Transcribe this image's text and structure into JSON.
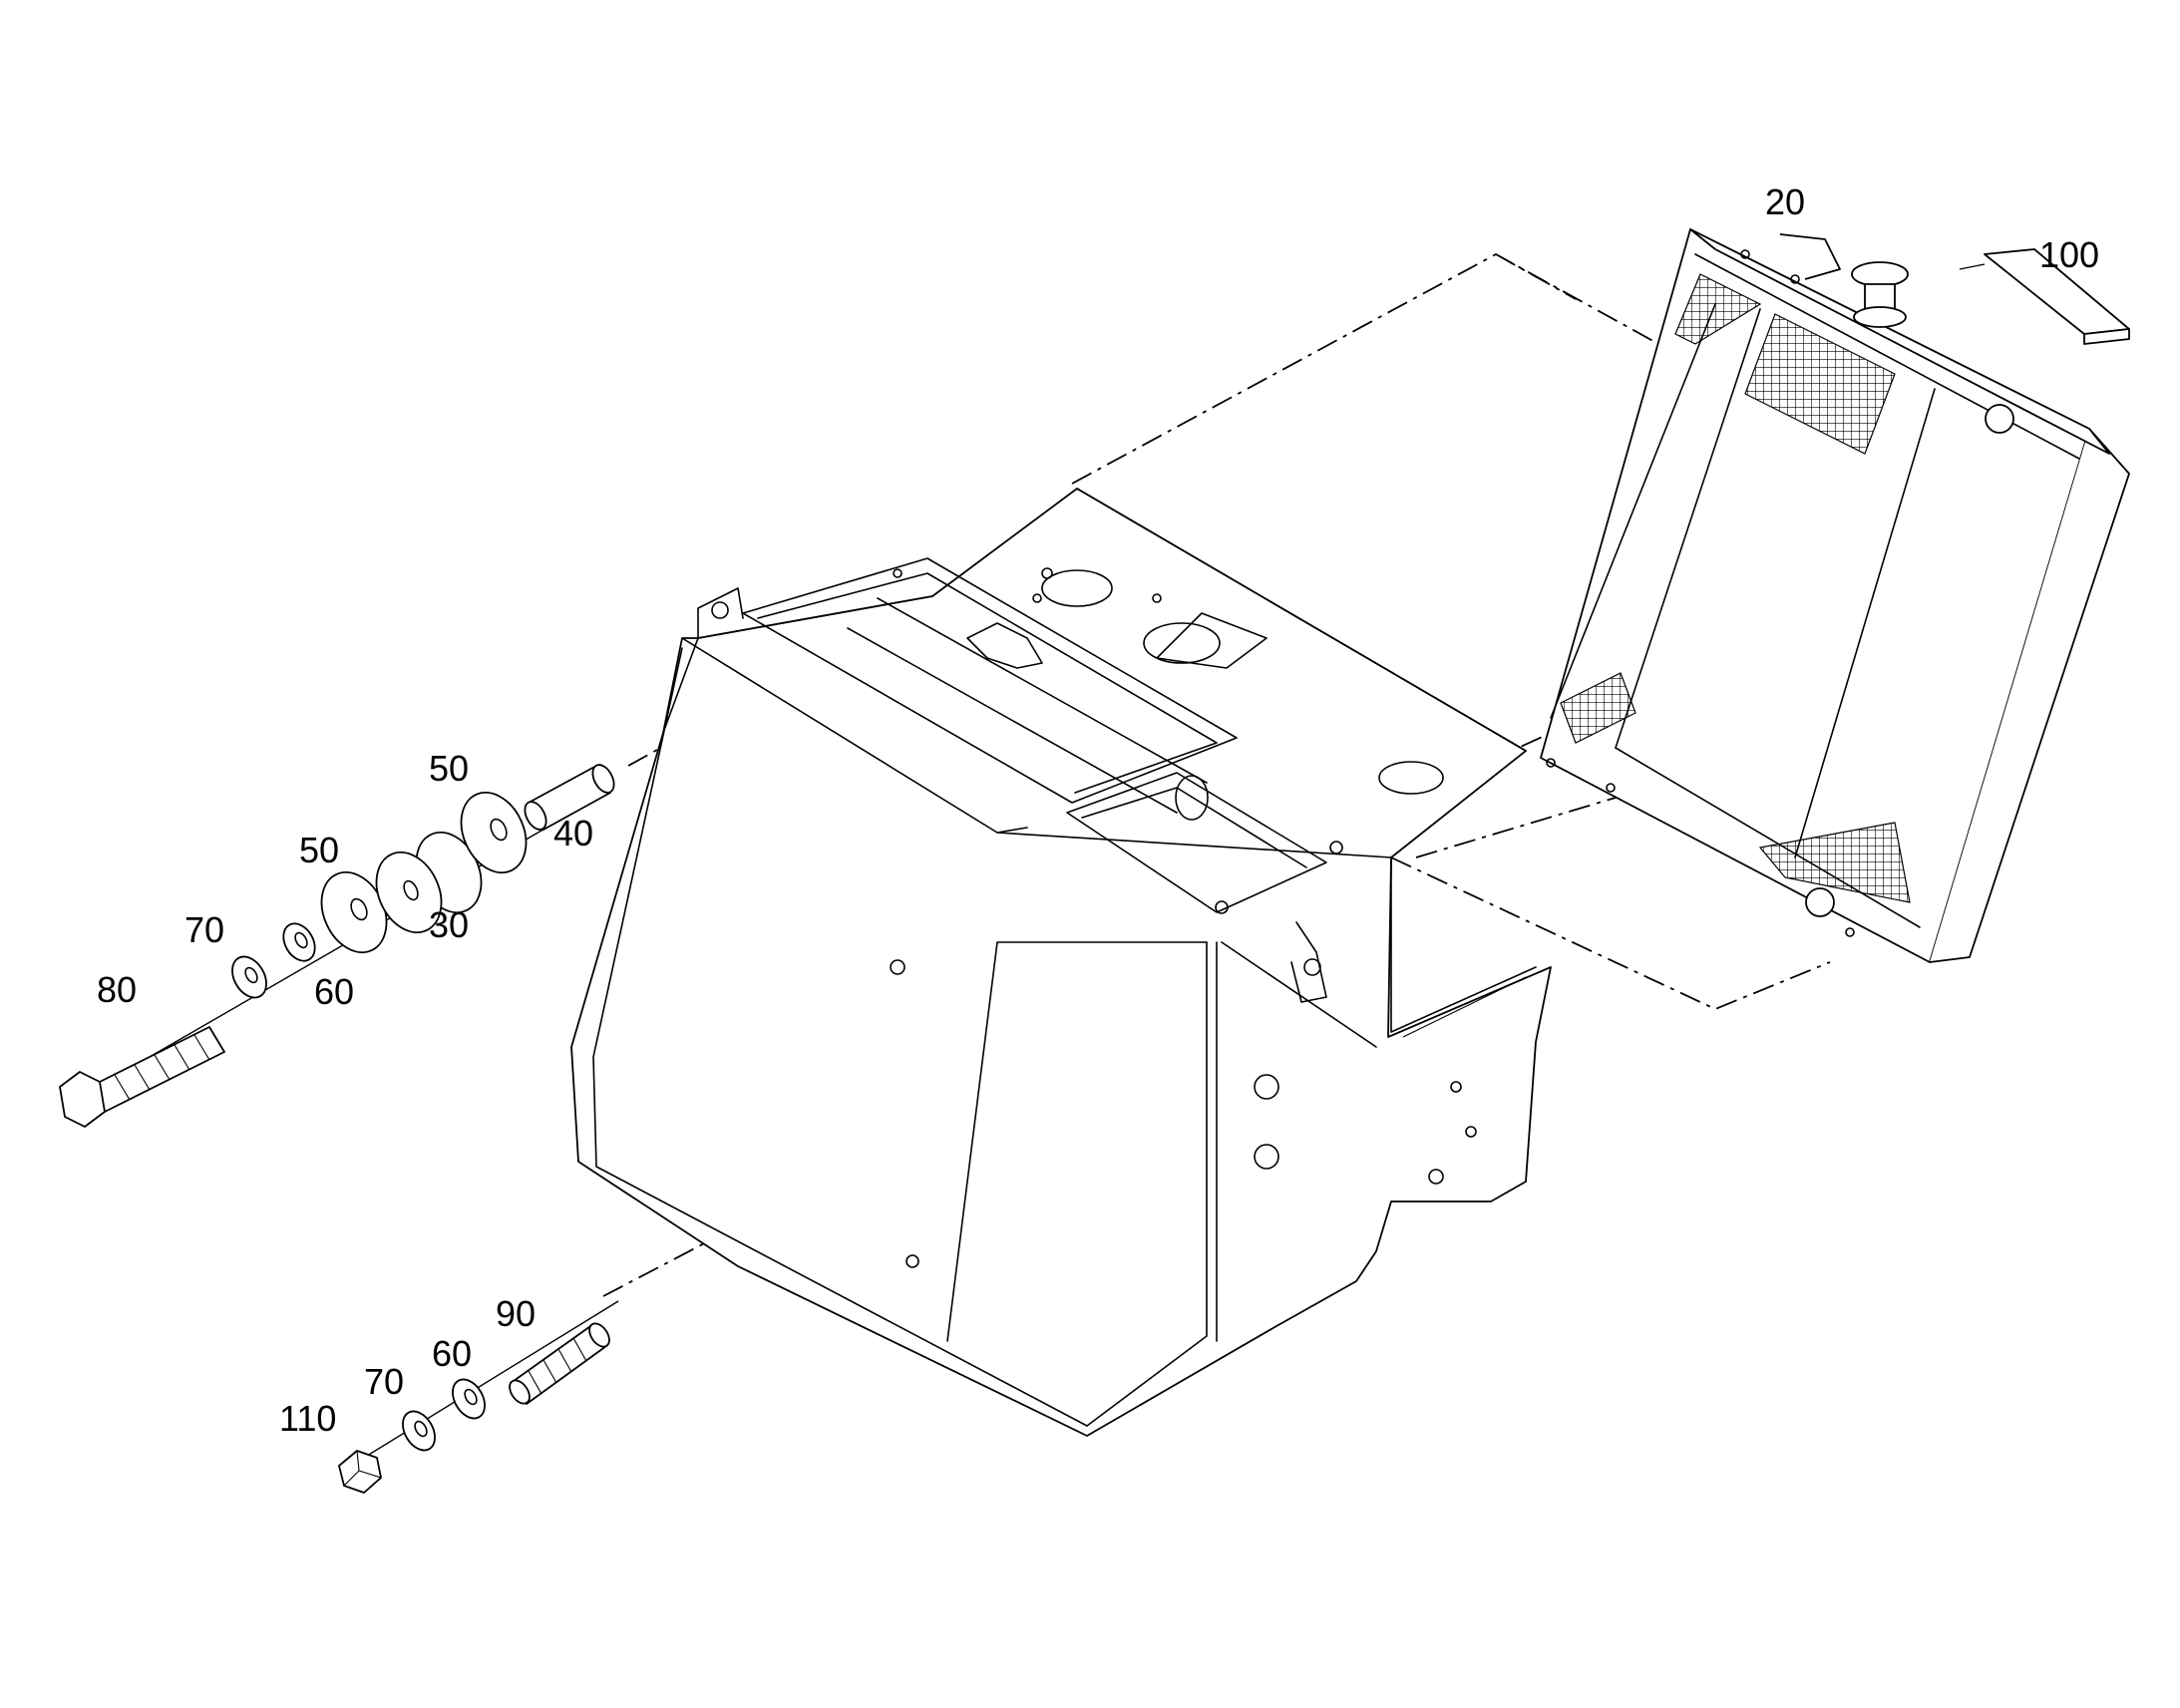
{
  "callouts": {
    "c20": "20",
    "c100": "100",
    "c50_upper": "50",
    "c40": "40",
    "c50_lower": "50",
    "c30": "30",
    "c70_upper": "70",
    "c60_upper": "60",
    "c80": "80",
    "c90": "90",
    "c60_lower": "60",
    "c70_lower": "70",
    "c110": "110"
  }
}
